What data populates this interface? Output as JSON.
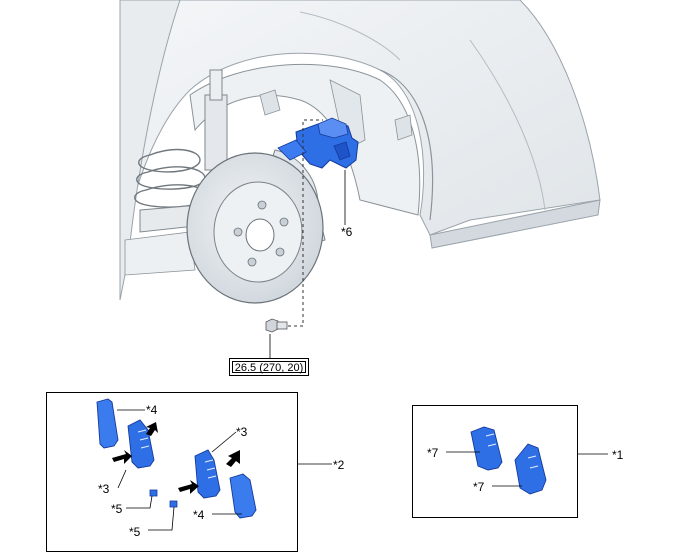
{
  "torque_spec": "26.5 (270, 20)",
  "labels": {
    "caliper_bracket": "*6",
    "set_of_pads_group": "*2",
    "anti_squeal_shim_top": "*4",
    "anti_squeal_shim_bottom": "*4",
    "pad_wear_indicator_left": "*3",
    "pad_wear_indicator_right": "*3",
    "pad_support_plate_a": "*5",
    "pad_support_plate_b": "*5",
    "pad_kit_group": "*1",
    "pad_upper": "*7",
    "pad_lower": "*7"
  },
  "colors": {
    "part_highlight": "#2f6fe6",
    "part_dark": "#1a3fae",
    "body_shade": "#e6ebef",
    "line": "#5a6066"
  }
}
